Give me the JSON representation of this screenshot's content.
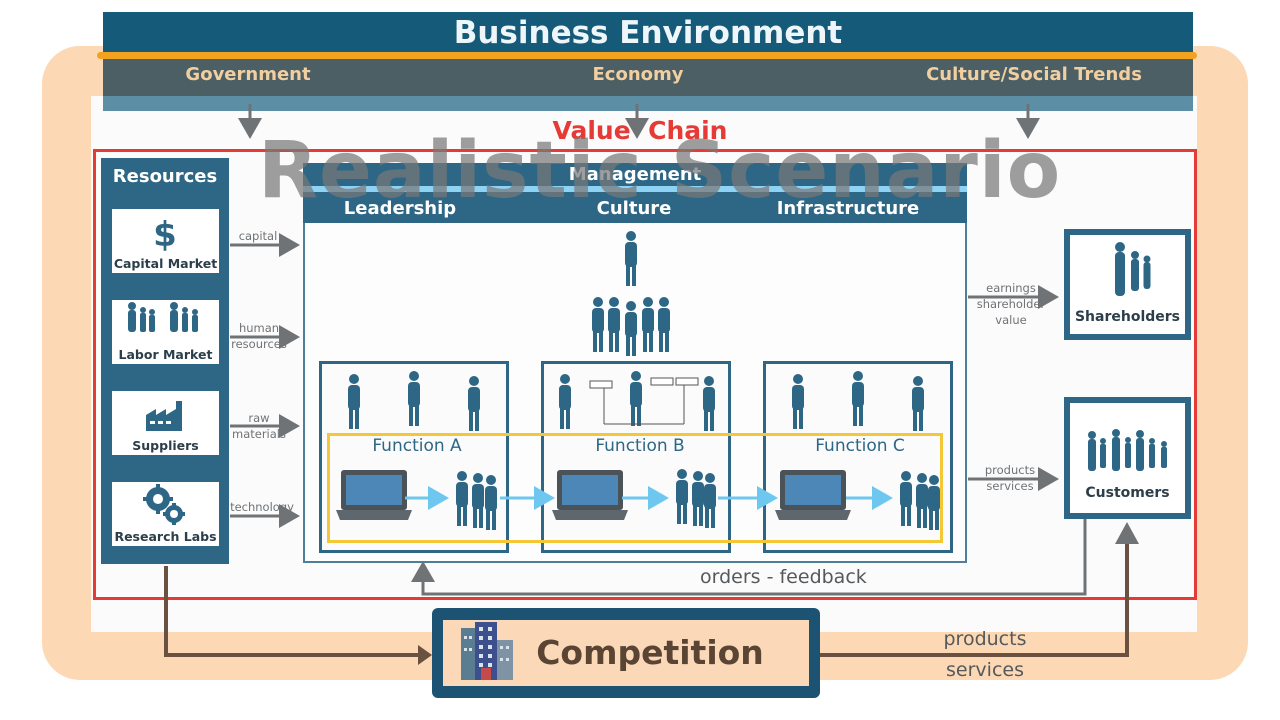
{
  "environment": {
    "title": "Business Environment",
    "factors": [
      "Government",
      "Economy",
      "Culture/Social Trends"
    ]
  },
  "value_chain": {
    "title": "Value  Chain"
  },
  "watermark": "Realistic Scenario",
  "resources": {
    "title": "Resources",
    "items": [
      "Capital Market",
      "Labor Market",
      "Suppliers",
      "Research Labs"
    ],
    "flows": [
      [
        "capital"
      ],
      [
        "human",
        "resources"
      ],
      [
        "raw",
        "materials"
      ],
      [
        "technology"
      ]
    ]
  },
  "management": {
    "title": "Management",
    "pillars": [
      "Leadership",
      "Culture",
      "Infrastructure"
    ],
    "functions": [
      "Function A",
      "Function B",
      "Function C"
    ]
  },
  "outputs": {
    "shareholders": {
      "label": "Shareholders",
      "flow": [
        "earnings",
        "shareholder",
        "value"
      ]
    },
    "customers": {
      "label": "Customers",
      "flow": [
        "products",
        "services"
      ]
    }
  },
  "feedback": "orders - feedback",
  "competition": {
    "label": "Competition",
    "flow": [
      "products",
      "services"
    ]
  },
  "colors": {
    "dark_blue": "#155a78",
    "mid_blue": "#2e6786",
    "orange": "#f3a21f",
    "red": "#e53a35",
    "peach": "#fcd8b5",
    "yellow": "#f3c735"
  },
  "icons": [
    "dollar-icon",
    "people-icon",
    "factory-icon",
    "gears-icon",
    "building-icon",
    "laptop-icon",
    "person-icon"
  ]
}
